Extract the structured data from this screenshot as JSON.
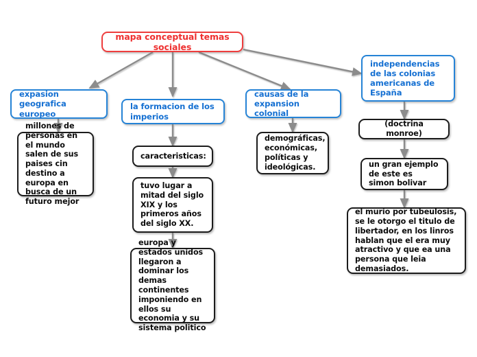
{
  "diagram": {
    "title": "mapa conceptual temas sociales",
    "type": "concept-map",
    "colors": {
      "root": "#ee3030",
      "branch": "#1570d2",
      "branch_border": "#2583d6",
      "leaf": "#0c0c0c",
      "connector": "#8c8c8c",
      "background": "#ffffff"
    }
  },
  "nodes": {
    "root": {
      "text": "mapa conceptual temas sociales"
    },
    "branch_expansion": {
      "text": "expasion geografica europeo"
    },
    "branch_formacion": {
      "text": "la formacion de los imperios"
    },
    "branch_causas": {
      "text": "causas de la expansion colonial"
    },
    "branch_independencias": {
      "text": "independencias de las colonias americanas de España"
    },
    "leaf_millones": {
      "text": "millones de personas  en el mundo salen de sus paises cin destino a europa en busca de un futuro mejor"
    },
    "leaf_caracteristicas": {
      "text": "caracteristicas:"
    },
    "leaf_tuvo_lugar": {
      "text": "tuvo lugar a mitad del siglo XIX y los primeros años del siglo XX."
    },
    "leaf_europa_eeuu": {
      "text": "europa y estados unidos llegaron a dominar los demas continentes imponiendo en ellos su economia y su sistema politico"
    },
    "leaf_demograficas": {
      "text": "demográficas, económicas, políticas y ideológicas."
    },
    "leaf_doctrina": {
      "text": "(doctrina monroe)"
    },
    "leaf_bolivar": {
      "text": "un gran ejemplo de este es simon bolivar"
    },
    "leaf_murio": {
      "text": "el murio por tubeulosis, se le otorgo el titulo de libertador, en los linros hablan que el era muy atractivo y que ea una persona que leia demasiados."
    }
  }
}
